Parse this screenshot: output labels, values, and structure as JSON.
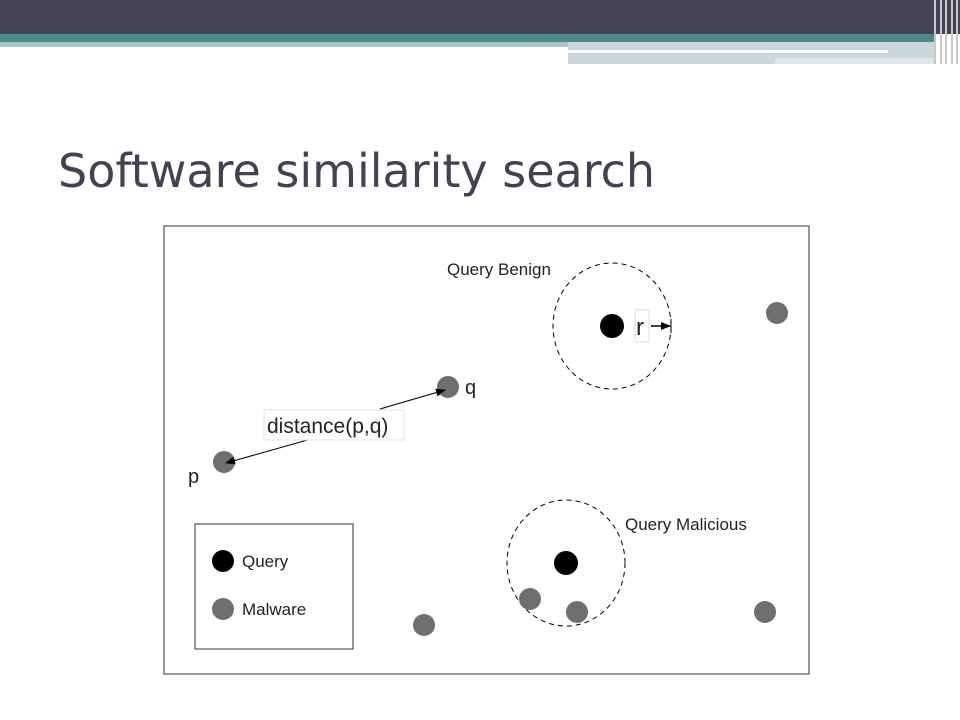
{
  "slide": {
    "title": "Software similarity search"
  },
  "diagram": {
    "labels": {
      "query_benign": "Query Benign",
      "query_malicious": "Query Malicious",
      "radius": "r",
      "distance": "distance(p,q)",
      "point_p": "p",
      "point_q": "q"
    },
    "legend": {
      "items": [
        {
          "label": "Query",
          "color": "#000000"
        },
        {
          "label": "Malware",
          "color": "#6f6f6f"
        }
      ]
    },
    "colors": {
      "query_point": "#000000",
      "malware_point": "#6f6f6f",
      "title": "#434255",
      "header_dark": "#434255",
      "header_teal": "#4d8a8c"
    }
  }
}
